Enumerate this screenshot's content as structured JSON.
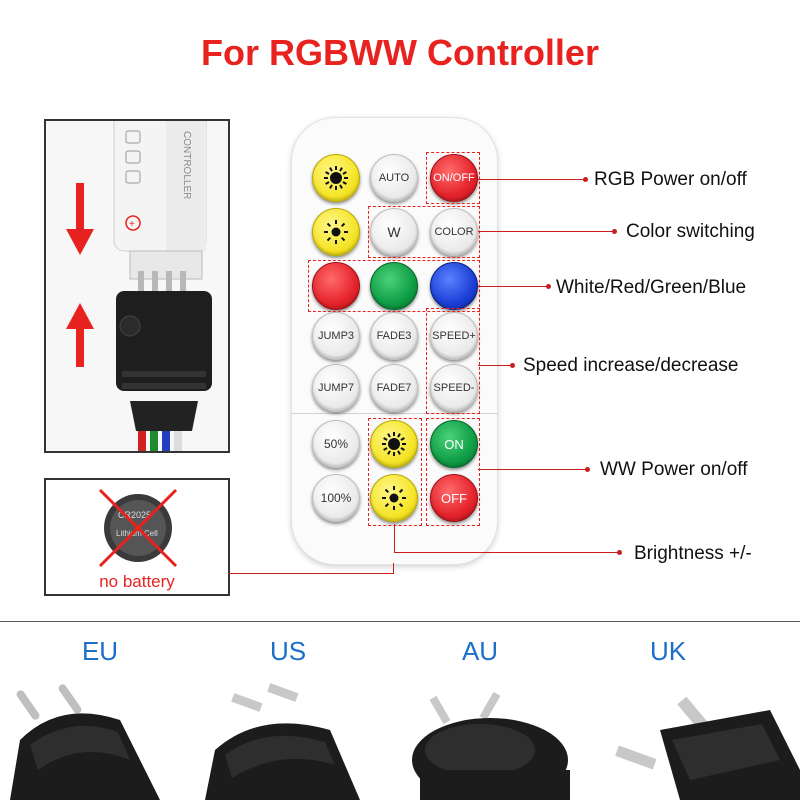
{
  "title": "For RGBWW Controller",
  "controller_label": "CONTROLLER",
  "battery": {
    "label": "no battery",
    "cell_text": "CR2025",
    "cell_sub": "Lithium Cell"
  },
  "remote": {
    "rows": [
      [
        {
          "id": "bright-up-rgb",
          "label": "",
          "color": "yellow",
          "icon": "sun-icon"
        },
        {
          "id": "auto",
          "label": "AUTO",
          "color": "white"
        },
        {
          "id": "rgb-onoff",
          "label": "ON/OFF",
          "color": "red"
        }
      ],
      [
        {
          "id": "bright-down-rgb",
          "label": "",
          "color": "yellow",
          "icon": "sun-small-icon"
        },
        {
          "id": "white",
          "label": "W",
          "color": "white"
        },
        {
          "id": "color",
          "label": "COLOR",
          "color": "white"
        }
      ],
      [
        {
          "id": "red",
          "label": "",
          "color": "red"
        },
        {
          "id": "green",
          "label": "",
          "color": "green"
        },
        {
          "id": "blue",
          "label": "",
          "color": "blue"
        }
      ],
      [
        {
          "id": "jump3",
          "label": "JUMP3",
          "color": "white"
        },
        {
          "id": "fade3",
          "label": "FADE3",
          "color": "white"
        },
        {
          "id": "speed-up",
          "label": "SPEED+",
          "color": "white"
        }
      ],
      [
        {
          "id": "jump7",
          "label": "JUMP7",
          "color": "white"
        },
        {
          "id": "fade7",
          "label": "FADE7",
          "color": "white"
        },
        {
          "id": "speed-down",
          "label": "SPEED-",
          "color": "white"
        }
      ],
      [
        {
          "id": "ww-50",
          "label": "50%",
          "color": "white"
        },
        {
          "id": "ww-bright-up",
          "label": "",
          "color": "yellow",
          "icon": "sun-icon"
        },
        {
          "id": "ww-on",
          "label": "ON",
          "color": "green"
        }
      ],
      [
        {
          "id": "ww-100",
          "label": "100%",
          "color": "white"
        },
        {
          "id": "ww-bright-down",
          "label": "",
          "color": "yellow",
          "icon": "sun-small-icon"
        },
        {
          "id": "ww-off",
          "label": "OFF",
          "color": "red"
        }
      ]
    ]
  },
  "callouts": {
    "rgb_power": "RGB Power on/off",
    "color_switch": "Color switching",
    "wrgb": "White/Red/Green/Blue",
    "speed": "Speed increase/decrease",
    "ww_power": "WW Power on/off",
    "brightness": "Brightness +/-"
  },
  "plugs": [
    {
      "label": "EU",
      "icon": "eu-plug-icon"
    },
    {
      "label": "US",
      "icon": "us-plug-icon"
    },
    {
      "label": "AU",
      "icon": "au-plug-icon"
    },
    {
      "label": "UK",
      "icon": "uk-plug-icon"
    }
  ],
  "colors": {
    "accent_red": "#e8231f",
    "plug_label_blue": "#1c6fc9"
  }
}
